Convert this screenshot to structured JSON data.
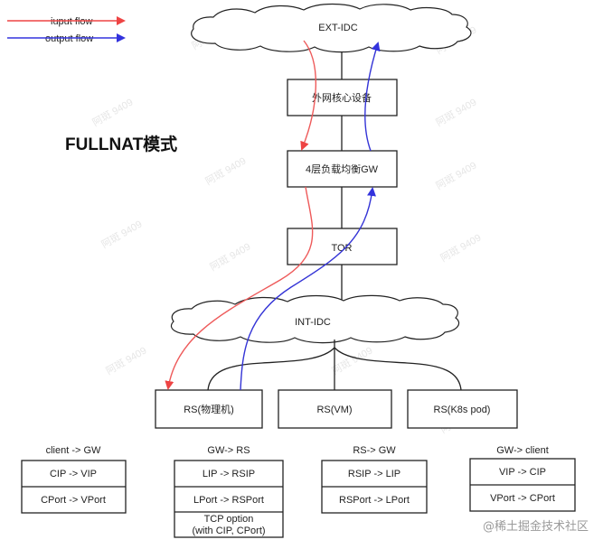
{
  "legend": {
    "input_label": "iuput flow",
    "output_label": "output flow",
    "input_color": "#ee4444",
    "output_color": "#3333dd"
  },
  "title": "FULLNAT模式",
  "nodes": {
    "ext_idc": "EXT-IDC",
    "ext_device": "外网核心设备",
    "gw": "4层负载均衡GW",
    "tor": "TOR",
    "int_idc": "INT-IDC",
    "rs_physical": "RS(物理机)",
    "rs_vm": "RS(VM)",
    "rs_k8s": "RS(K8s pod)"
  },
  "tables": [
    {
      "header": "client -> GW",
      "rows": [
        "CIP -> VIP",
        "CPort -> VPort"
      ]
    },
    {
      "header": "GW-> RS",
      "rows": [
        "LIP -> RSIP",
        "LPort -> RSPort",
        "TCP option",
        "(with CIP, CPort)"
      ]
    },
    {
      "header": "RS-> GW",
      "rows": [
        "RSIP -> LIP",
        "RSPort -> LPort"
      ]
    },
    {
      "header": "GW-> client",
      "rows": [
        "VIP -> CIP",
        "VPort -> CPort"
      ]
    }
  ],
  "watermark": "阿斑 9409",
  "brand": "@稀土掘金技术社区"
}
